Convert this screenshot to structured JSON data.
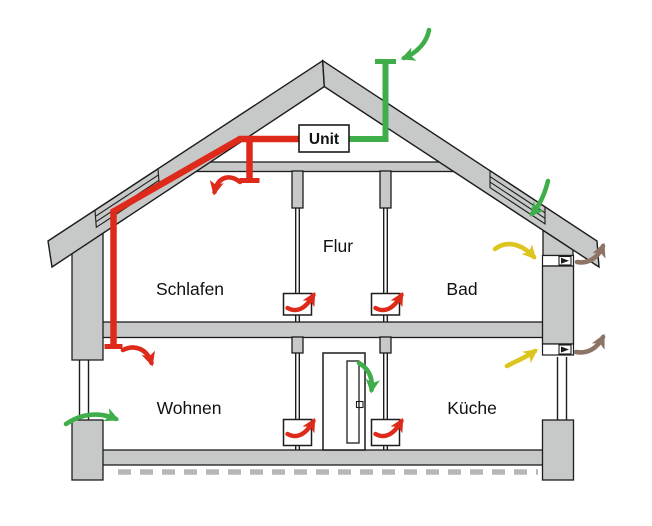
{
  "title": "Home ventilation cross-section diagram",
  "unit": {
    "label": "Unit"
  },
  "rooms": {
    "flur": "Flur",
    "schlafen": "Schlafen",
    "bad": "Bad",
    "wohnen": "Wohnen",
    "kueche": "Küche"
  },
  "colors": {
    "background": "#ffffff",
    "structure_gray": "#c6c9c8",
    "outline_black": "#1c1c1c",
    "supply_red": "#dd2a1b",
    "fresh_green": "#3fae4a",
    "exhaust_yellow": "#ddc520",
    "outdoor_brown": "#8d7466",
    "label_black": "#111111"
  },
  "arrow_icons": {
    "roof_air_intake": "green-curved-arrow-into-roof-stack",
    "skylight_airflow": "green-curved-arrow-through-roof-window",
    "window_airflow": "green-curved-arrow-through-left-window",
    "door_airflow": "green-curved-arrow-over-door",
    "schlafen_supply_outlet": "red-curved-arrow-from-ceiling-outlet",
    "wohnen_supply_outlet": "red-curved-arrow-from-ceiling-outlet",
    "overflow_vents": "red-curved-arrow-through-wall-vent-box",
    "bad_exhaust_inside": "yellow-curved-arrow-to-wall-vent",
    "kueche_exhaust_inside": "yellow-curved-arrow-to-wall-vent",
    "bad_exhaust_outside": "brown-curved-arrow-out-of-wall",
    "kueche_exhaust_outside": "brown-curved-arrow-out-of-wall",
    "wall_vent_glyph": "check-valve-triangle-in-box"
  }
}
